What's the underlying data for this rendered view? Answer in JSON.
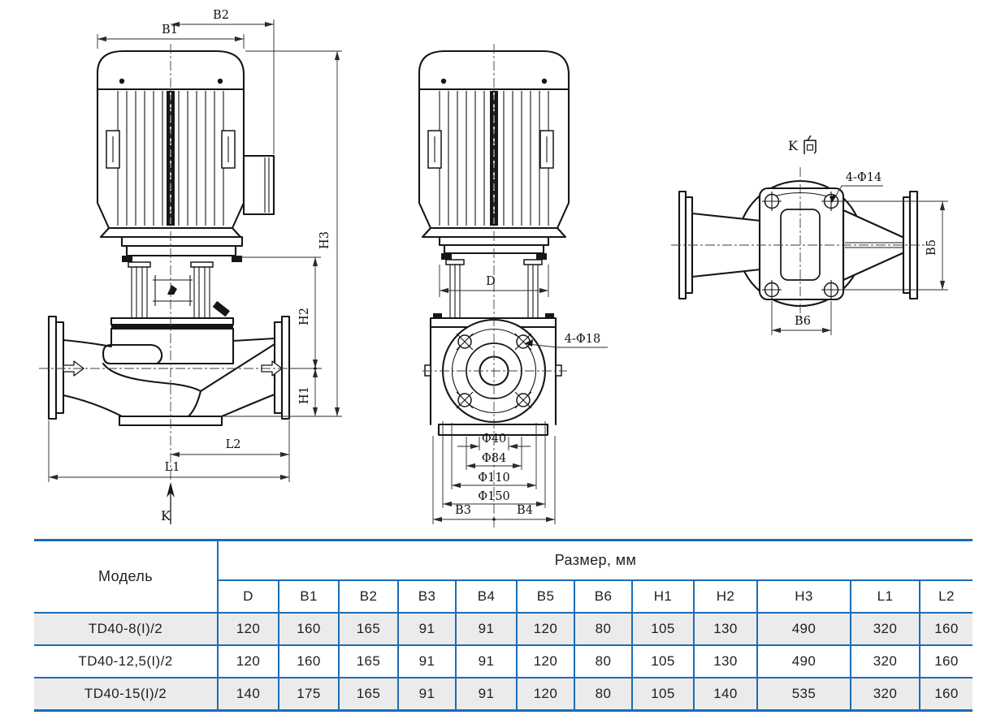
{
  "drawings": {
    "side_view": {
      "dim_labels": {
        "b2": "B2",
        "b1": "B1",
        "h3": "H3",
        "h2": "H2",
        "h1": "H1",
        "l2": "L2",
        "l1": "L1"
      },
      "view_arrow_label": "K"
    },
    "front_view": {
      "dim_labels": {
        "d": "D",
        "bolt_holes": "4-Φ18",
        "dia40": "Φ40",
        "dia84": "Φ84",
        "dia110": "Φ110",
        "dia150": "Φ150",
        "b3": "B3",
        "b4": "B4"
      }
    },
    "k_view": {
      "title": "K向",
      "title_letter": "K",
      "dim_labels": {
        "bolt_holes": "4-Φ14",
        "b5": "B5",
        "b6": "B6"
      }
    }
  },
  "table": {
    "model_header": "Модель",
    "size_header": "Размер, мм",
    "columns": [
      "D",
      "B1",
      "B2",
      "B3",
      "B4",
      "B5",
      "B6",
      "H1",
      "H2",
      "H3",
      "L1",
      "L2"
    ],
    "rows": [
      {
        "model": "TD40-8(I)/2",
        "values": [
          120,
          160,
          165,
          91,
          91,
          120,
          80,
          105,
          130,
          490,
          320,
          160
        ]
      },
      {
        "model": "TD40-12,5(I)/2",
        "values": [
          120,
          160,
          165,
          91,
          91,
          120,
          80,
          105,
          130,
          490,
          320,
          160
        ]
      },
      {
        "model": "TD40-15(I)/2",
        "values": [
          140,
          175,
          165,
          91,
          91,
          120,
          80,
          105,
          140,
          535,
          320,
          160
        ]
      }
    ]
  },
  "colors": {
    "table_border": "#1b6db4",
    "row_alt_bg": "#ebebeb",
    "drawing_line": "#161616"
  }
}
